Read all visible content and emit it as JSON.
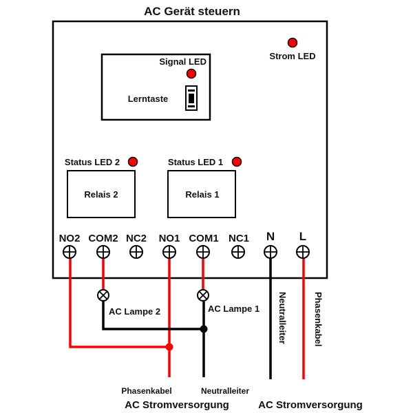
{
  "title": "AC Gerät steuern",
  "colors": {
    "phase": "#ff0000",
    "neutral": "#000000",
    "led": "#ff0000",
    "outline": "#000000"
  },
  "module": {
    "signal_led_label": "Signal LED",
    "learn_button_label": "Lerntaste",
    "power_led_label": "Strom LED"
  },
  "relays": [
    {
      "name": "Relais 2",
      "status_led_label": "Status LED 2"
    },
    {
      "name": "Relais 1",
      "status_led_label": "Status LED 1"
    }
  ],
  "terminals": [
    "NO2",
    "COM2",
    "NC2",
    "NO1",
    "COM1",
    "NC1",
    "N",
    "L"
  ],
  "lamps": [
    {
      "label": "AC Lampe 2"
    },
    {
      "label": "AC Lampe 1"
    }
  ],
  "wires": {
    "neutral_label": "Neutralleiter",
    "phase_label": "Phasenkabel"
  },
  "supplies": [
    {
      "phase_label": "Phasenkabel",
      "neutral_label": "Neutralleiter",
      "caption": "AC Stromversorgung"
    },
    {
      "caption": "AC Stromversorgung"
    }
  ]
}
